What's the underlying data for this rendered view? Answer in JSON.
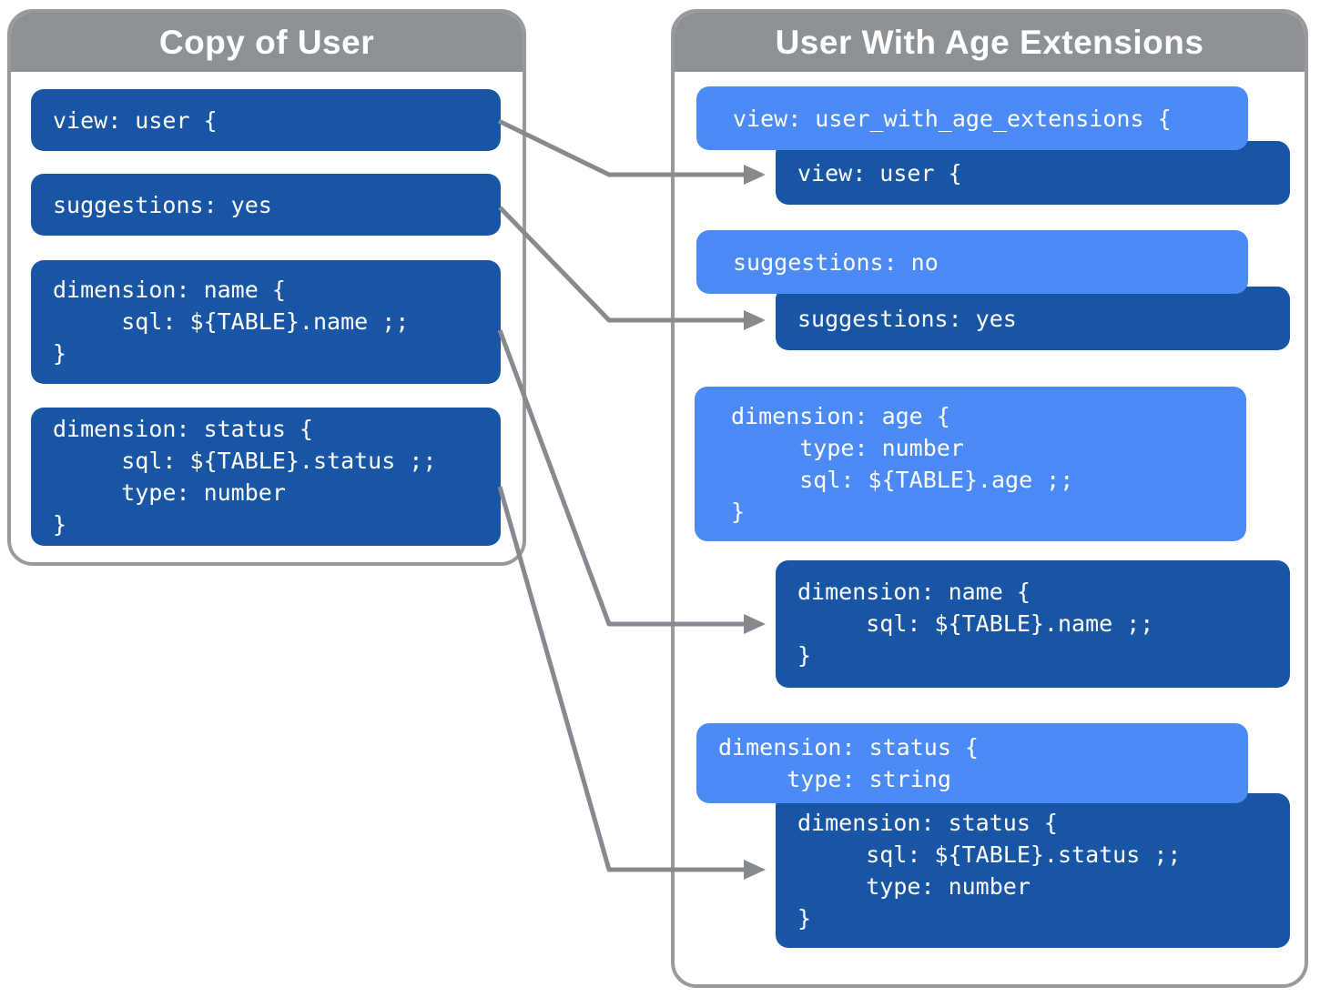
{
  "colors": {
    "dark_block": "#1955A5",
    "light_block": "#4C8BF5",
    "panel_header": "#8C9196",
    "panel_border": "#97999D",
    "arrow": "#86898D",
    "text": "#FFFFFF"
  },
  "left_panel": {
    "title": "Copy of User",
    "blocks": [
      {
        "id": "view-user",
        "lines": [
          "view: user {"
        ]
      },
      {
        "id": "suggestions-yes",
        "lines": [
          "suggestions: yes"
        ]
      },
      {
        "id": "dimension-name",
        "lines": [
          "dimension: name {",
          "     sql: ${TABLE}.name ;;",
          "}"
        ]
      },
      {
        "id": "dimension-status",
        "lines": [
          "dimension: status {",
          "     sql: ${TABLE}.status ;;",
          "     type: number",
          "}"
        ]
      }
    ]
  },
  "right_panel": {
    "title": "User With Age Extensions",
    "blocks": [
      {
        "id": "view-extended",
        "variant": "light",
        "lines": [
          "view: user_with_age_extensions {"
        ]
      },
      {
        "id": "view-inherited",
        "variant": "dark",
        "lines": [
          "view: user {"
        ]
      },
      {
        "id": "suggestions-override",
        "variant": "light",
        "lines": [
          "suggestions: no"
        ]
      },
      {
        "id": "suggestions-inherited",
        "variant": "dark",
        "lines": [
          "suggestions: yes"
        ]
      },
      {
        "id": "dimension-age-new",
        "variant": "light",
        "lines": [
          "dimension: age {",
          "     type: number",
          "     sql: ${TABLE}.age ;;",
          "}"
        ]
      },
      {
        "id": "dimension-name-inherited",
        "variant": "dark",
        "lines": [
          "dimension: name {",
          "     sql: ${TABLE}.name ;;",
          "}"
        ]
      },
      {
        "id": "dimension-status-override",
        "variant": "light",
        "lines": [
          "dimension: status {",
          "     type: string"
        ]
      },
      {
        "id": "dimension-status-inherited",
        "variant": "dark",
        "lines": [
          "dimension: status {",
          "     sql: ${TABLE}.status ;;",
          "     type: number",
          "}"
        ]
      }
    ]
  }
}
